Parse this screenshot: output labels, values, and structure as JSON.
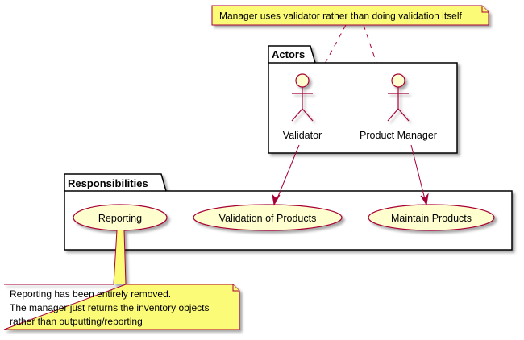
{
  "notes": {
    "manager_note": "Manager uses validator rather than doing validation itself",
    "reporting_note": [
      "Reporting has been entirely removed.",
      "The manager just returns the inventory objects",
      "rather than outputting/reporting"
    ]
  },
  "packages": {
    "actors": {
      "title": "Actors"
    },
    "responsibilities": {
      "title": "Responsibilities"
    }
  },
  "actors": {
    "validator": "Validator",
    "product_manager": "Product Manager"
  },
  "use_cases": {
    "reporting": "Reporting",
    "validation": "Validation of Products",
    "maintain": "Maintain Products"
  },
  "colors": {
    "note_fill": "#FBFB77",
    "note_border": "#A80036",
    "element_fill": "#FEFECE",
    "element_border": "#A80036",
    "package_border": "#000000",
    "arrow": "#A80036",
    "shadow": "#c8c8c8"
  }
}
